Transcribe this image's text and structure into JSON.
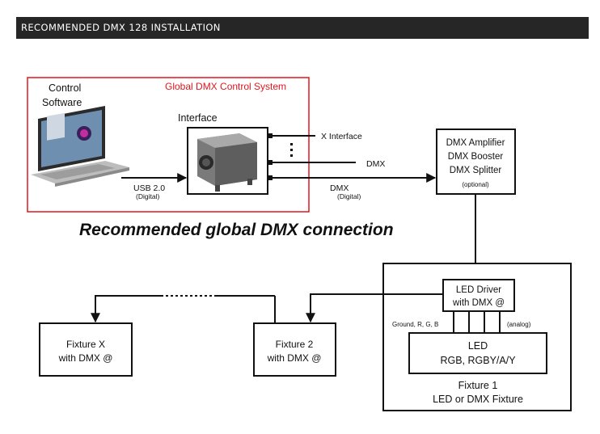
{
  "header": {
    "title": "RECOMMENDED DMX 128 INSTALLATION"
  },
  "colors": {
    "accent_red": "#e0161c",
    "header_bg": "#262626",
    "line": "#111111"
  },
  "diagram": {
    "control_system_label": "Global DMX Control System",
    "control_software": [
      "Control",
      "Software"
    ],
    "interface_label": "Interface",
    "usb_label": "USB 2.0",
    "usb_sub": "(Digital)",
    "x_interface_label": "X Interface",
    "dmx_label_1": "DMX",
    "dmx_label_2": "DMX",
    "dmx_label_2_sub": "(Digital)",
    "amplifier_lines": [
      "DMX Amplifier",
      "DMX Booster",
      "DMX Splitter"
    ],
    "amplifier_optional": "(optional)",
    "headline": "Recommended global DMX connection",
    "led_driver_lines": [
      "LED Driver",
      "with DMX @"
    ],
    "ground_label": "Ground, R, G, B",
    "analog_label": "(analog)",
    "led_lines": [
      "LED",
      "RGB, RGBY/A/Y"
    ],
    "fixture1_lines": [
      "Fixture 1",
      "LED or DMX Fixture"
    ],
    "fixture2_lines": [
      "Fixture 2",
      "with DMX @"
    ],
    "fixturex_lines": [
      "Fixture X",
      "with DMX @"
    ]
  }
}
